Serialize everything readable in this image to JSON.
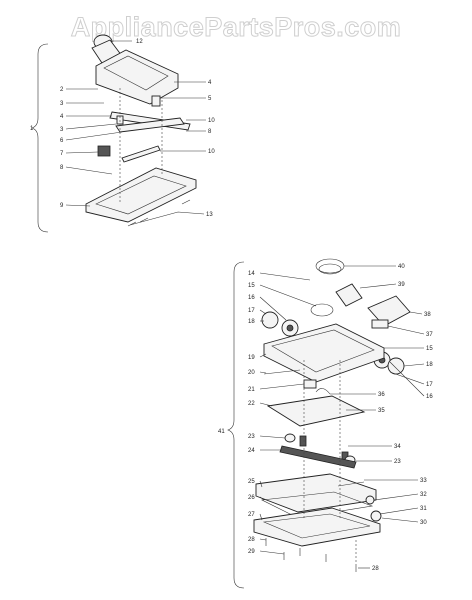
{
  "watermark": "AppliancePartsPros.com",
  "upper_labels": [
    {
      "n": "1"
    },
    {
      "n": "2"
    },
    {
      "n": "3"
    },
    {
      "n": "4"
    },
    {
      "n": "3"
    },
    {
      "n": "6"
    },
    {
      "n": "7"
    },
    {
      "n": "8"
    },
    {
      "n": "9"
    },
    {
      "n": "12"
    },
    {
      "n": "4"
    },
    {
      "n": "5"
    },
    {
      "n": "10"
    },
    {
      "n": "8"
    },
    {
      "n": "10"
    },
    {
      "n": "13"
    }
  ],
  "lower_labels": [
    {
      "n": "14"
    },
    {
      "n": "15"
    },
    {
      "n": "16"
    },
    {
      "n": "17"
    },
    {
      "n": "18"
    },
    {
      "n": "19"
    },
    {
      "n": "20"
    },
    {
      "n": "21"
    },
    {
      "n": "22"
    },
    {
      "n": "23"
    },
    {
      "n": "24"
    },
    {
      "n": "25"
    },
    {
      "n": "26"
    },
    {
      "n": "27"
    },
    {
      "n": "28"
    },
    {
      "n": "29"
    },
    {
      "n": "40"
    },
    {
      "n": "39"
    },
    {
      "n": "38"
    },
    {
      "n": "37"
    },
    {
      "n": "15"
    },
    {
      "n": "18"
    },
    {
      "n": "17"
    },
    {
      "n": "16"
    },
    {
      "n": "36"
    },
    {
      "n": "35"
    },
    {
      "n": "34"
    },
    {
      "n": "23"
    },
    {
      "n": "33"
    },
    {
      "n": "32"
    },
    {
      "n": "31"
    },
    {
      "n": "30"
    },
    {
      "n": "28"
    }
  ],
  "group_label": "41"
}
